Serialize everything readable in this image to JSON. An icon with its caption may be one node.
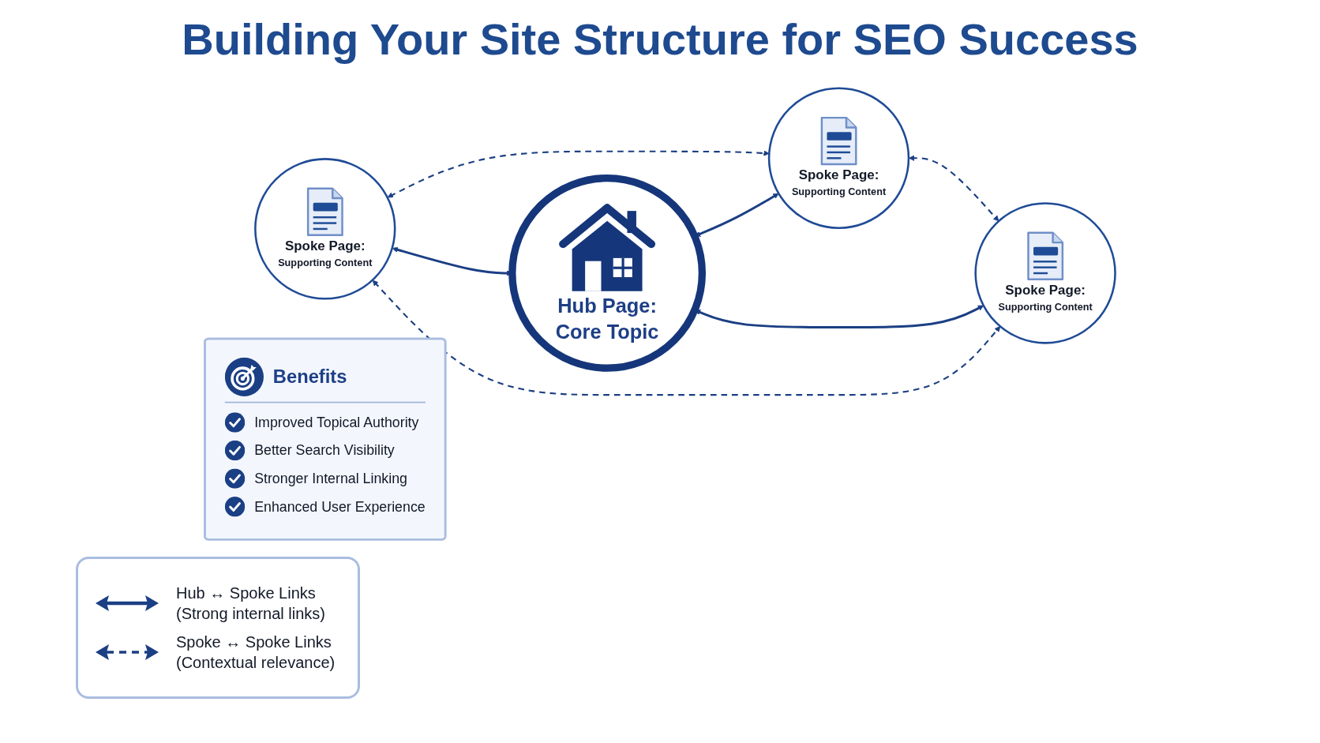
{
  "diagram": {
    "title": "Building Your Site Structure for SEO Success",
    "nodes": [
      {
        "text": [
          "Spoke Page:",
          "Supporting Content"
        ]
      },
      {
        "text": [
          "Hub Page: Core Topic"
        ]
      },
      {
        "text": [
          "Spoke Page:",
          "Supporting Content"
        ]
      },
      {
        "text": [
          "Spoke Page:",
          "Supporting Content"
        ]
      },
      {
        "text": [
          "Benefits",
          "Improved Topical Authority",
          "Better Search Visibility",
          "Stronger Internal Linking",
          "Enhanced User Experience"
        ]
      }
    ],
    "edges": [
      {
        "from": 0,
        "to": 2,
        "arrow": "both",
        "style": "dashed"
      },
      {
        "from": 0,
        "to": 1,
        "arrow": "both"
      },
      {
        "from": 1,
        "to": 2,
        "arrow": "both"
      },
      {
        "from": 0,
        "to": 3,
        "arrow": "both",
        "style": "dashed"
      },
      {
        "from": 1,
        "to": 3,
        "arrow": "both"
      },
      {
        "from": 2,
        "to": 3,
        "arrow": "both",
        "style": "dashed"
      }
    ],
    "legend": [
      {
        "text": "Hub ↔ Spoke Links (Strong internal links)"
      },
      {
        "text": "Spoke ↔ Spoke Links (Contextual relevance)"
      }
    ]
  }
}
